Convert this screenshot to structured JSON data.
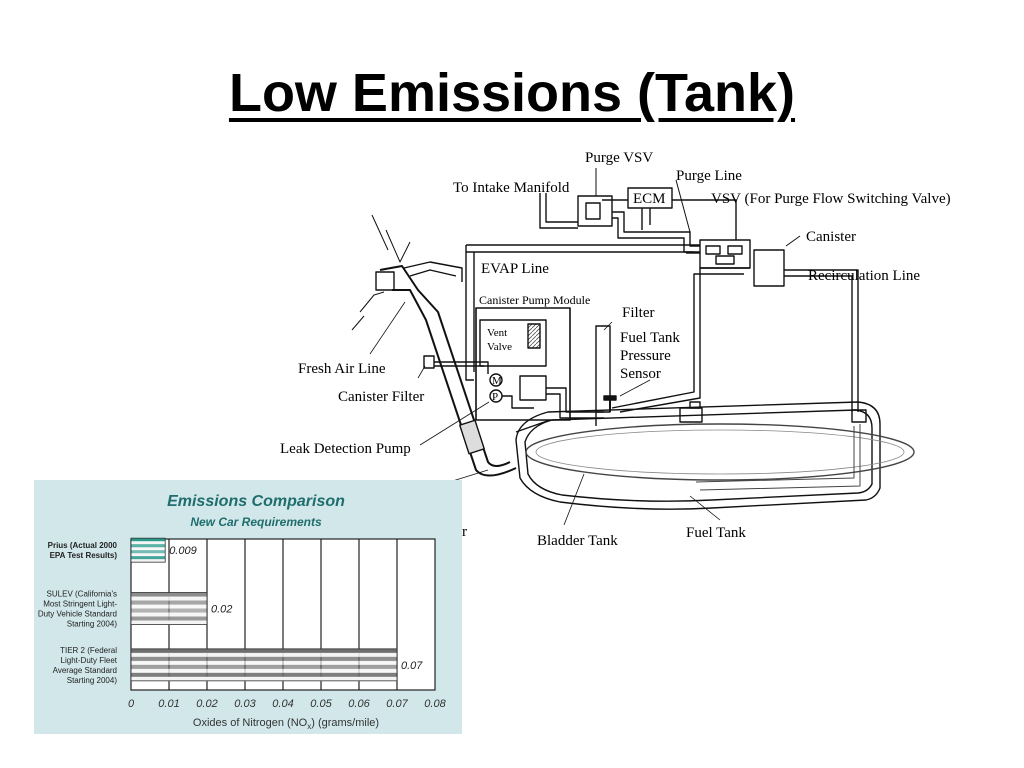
{
  "title": "Low Emissions (Tank)",
  "diagram": {
    "labels": {
      "purge_vsv": "Purge VSV",
      "to_intake_manifold": "To Intake Manifold",
      "purge_line": "Purge Line",
      "ecm": "ECM",
      "vsv_purge_flow": "VSV (For Purge Flow Switching Valve)",
      "canister": "Canister",
      "evap_line": "EVAP Line",
      "recirculation_line": "Recirculation Line",
      "canister_pump_module": "Canister Pump Module",
      "filter": "Filter",
      "vent_valve_1": "Vent",
      "vent_valve_2": "Valve",
      "fuel_tank_pressure_sensor_1": "Fuel Tank",
      "fuel_tank_pressure_sensor_2": "Pressure",
      "fuel_tank_pressure_sensor_3": "Sensor",
      "fresh_air_line": "Fresh Air Line",
      "canister_filter": "Canister Filter",
      "leak_detection_pump": "Leak Detection Pump",
      "bladder_tank": "Bladder Tank",
      "fuel_tank": "Fuel Tank",
      "partial_label": "r",
      "m_symbol": "M",
      "p_symbol": "P"
    }
  },
  "chart_data": {
    "type": "bar",
    "title": "Emissions Comparison",
    "subtitle": "New Car Requirements",
    "xlabel": "Oxides of Nitrogen (NO",
    "xlabel_sub": "x",
    "xlabel_suffix": ") (grams/mile)",
    "xlim": [
      0,
      0.08
    ],
    "ticks": [
      "0",
      "0.01",
      "0.02",
      "0.03",
      "0.04",
      "0.05",
      "0.06",
      "0.07",
      "0.08"
    ],
    "grid": true,
    "categories": [
      {
        "lines": [
          "Prius (Actual 2000",
          "EPA Test Results)"
        ],
        "bold": true
      },
      {
        "lines": [
          "SULEV (California's",
          "Most Stringent Light-",
          "Duty Vehicle Standard",
          "Starting 2004)"
        ],
        "bold": false
      },
      {
        "lines": [
          "TIER 2 (Federal",
          "Light-Duty Fleet",
          "Average Standard",
          "Starting 2004)"
        ],
        "bold": false
      }
    ],
    "values": [
      0.009,
      0.02,
      0.07
    ],
    "value_labels": [
      "0.009",
      "0.02",
      "0.07"
    ],
    "colors": [
      "#2a9a8c",
      "#8c8c8c",
      "#6e6e6e"
    ]
  }
}
